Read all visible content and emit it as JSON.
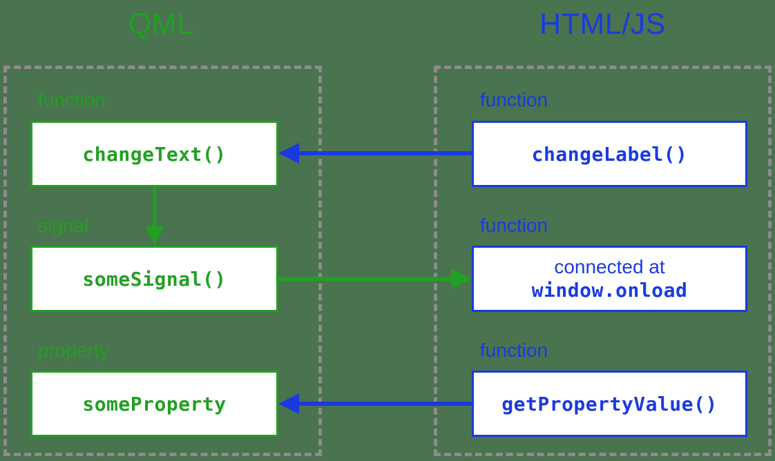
{
  "columns": {
    "left": {
      "title": "QML",
      "color": "#22a022"
    },
    "right": {
      "title": "HTML/JS",
      "color": "#1a3ae0"
    }
  },
  "background_color": "#4a7350",
  "panel_border_color": "#8c8c8c",
  "left_items": [
    {
      "type_label": "function",
      "box_text": "changeText()"
    },
    {
      "type_label": "signal",
      "box_text": "someSignal()"
    },
    {
      "type_label": "property",
      "box_text": "someProperty"
    }
  ],
  "right_items": [
    {
      "type_label": "function",
      "box_text": "changeLabel()"
    },
    {
      "type_label": "function",
      "box_line1": "connected at",
      "box_line2": "window.onload"
    },
    {
      "type_label": "function",
      "box_text": "getPropertyValue()"
    }
  ],
  "arrows": [
    {
      "name": "changeLabel-to-changeText",
      "color": "#1a3ae0",
      "direction": "left"
    },
    {
      "name": "changeText-to-someSignal",
      "color": "#22a022",
      "direction": "down"
    },
    {
      "name": "someSignal-to-onload",
      "color": "#22a022",
      "direction": "right"
    },
    {
      "name": "getPropertyValue-to-someProperty",
      "color": "#1a3ae0",
      "direction": "left"
    }
  ]
}
